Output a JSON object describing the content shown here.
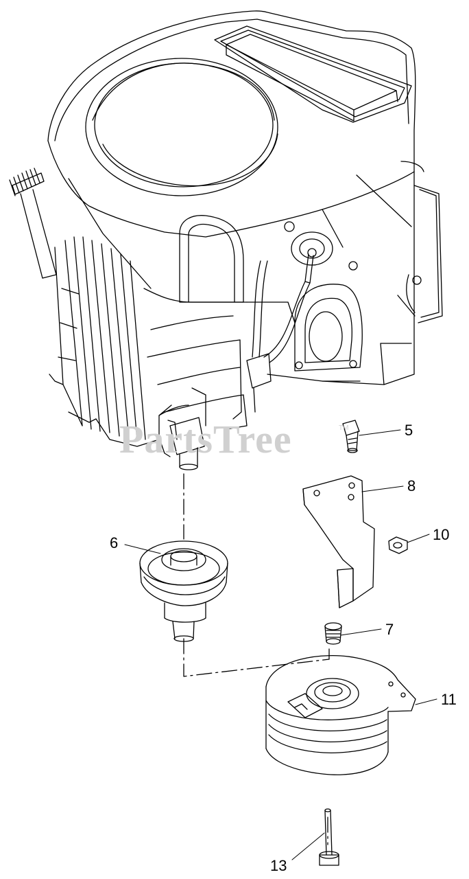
{
  "watermark": {
    "text": "PartsTree",
    "trademark": "TM",
    "color": "#d0d0d0"
  },
  "callouts": [
    {
      "id": "c5",
      "label": "5",
      "part": "bolt"
    },
    {
      "id": "c8",
      "label": "8",
      "part": "bracket"
    },
    {
      "id": "c10",
      "label": "10",
      "part": "nut"
    },
    {
      "id": "c6",
      "label": "6",
      "part": "pulley"
    },
    {
      "id": "c7",
      "label": "7",
      "part": "spacer"
    },
    {
      "id": "c11",
      "label": "11",
      "part": "pto-clutch"
    },
    {
      "id": "c13",
      "label": "13",
      "part": "clutch-bolt"
    }
  ]
}
